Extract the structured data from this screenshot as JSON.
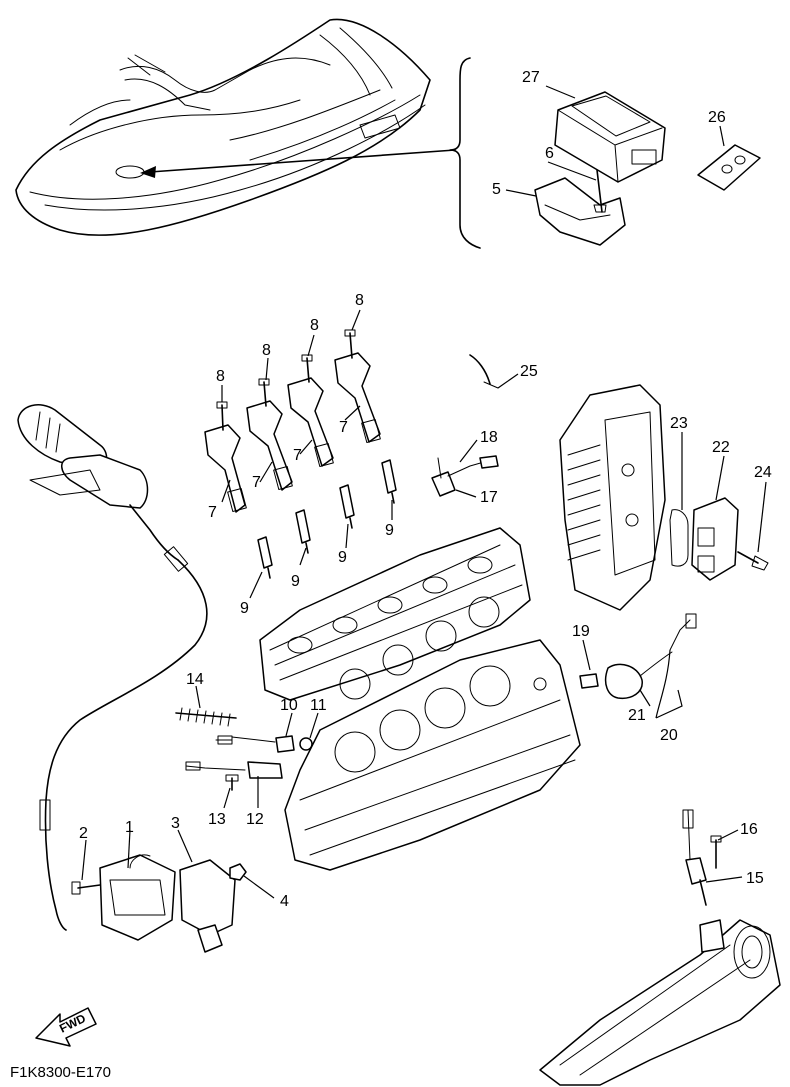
{
  "diagram": {
    "callouts": {
      "c27": "27",
      "c26": "26",
      "c6": "6",
      "c5": "5",
      "c8a": "8",
      "c8b": "8",
      "c8c": "8",
      "c8d": "8",
      "c25": "25",
      "c7a": "7",
      "c7b": "7",
      "c7c": "7",
      "c7d": "7",
      "c18": "18",
      "c17": "17",
      "c9a": "9",
      "c9b": "9",
      "c9c": "9",
      "c9d": "9",
      "c23": "23",
      "c22": "22",
      "c24": "24",
      "c19": "19",
      "c21": "21",
      "c20": "20",
      "c14": "14",
      "c10": "10",
      "c11": "11",
      "c13": "13",
      "c12": "12",
      "c1": "1",
      "c2": "2",
      "c3": "3",
      "c4": "4",
      "c16": "16",
      "c15": "15"
    },
    "direction_label": "FWD",
    "figure_code": "F1K8300-E170"
  }
}
